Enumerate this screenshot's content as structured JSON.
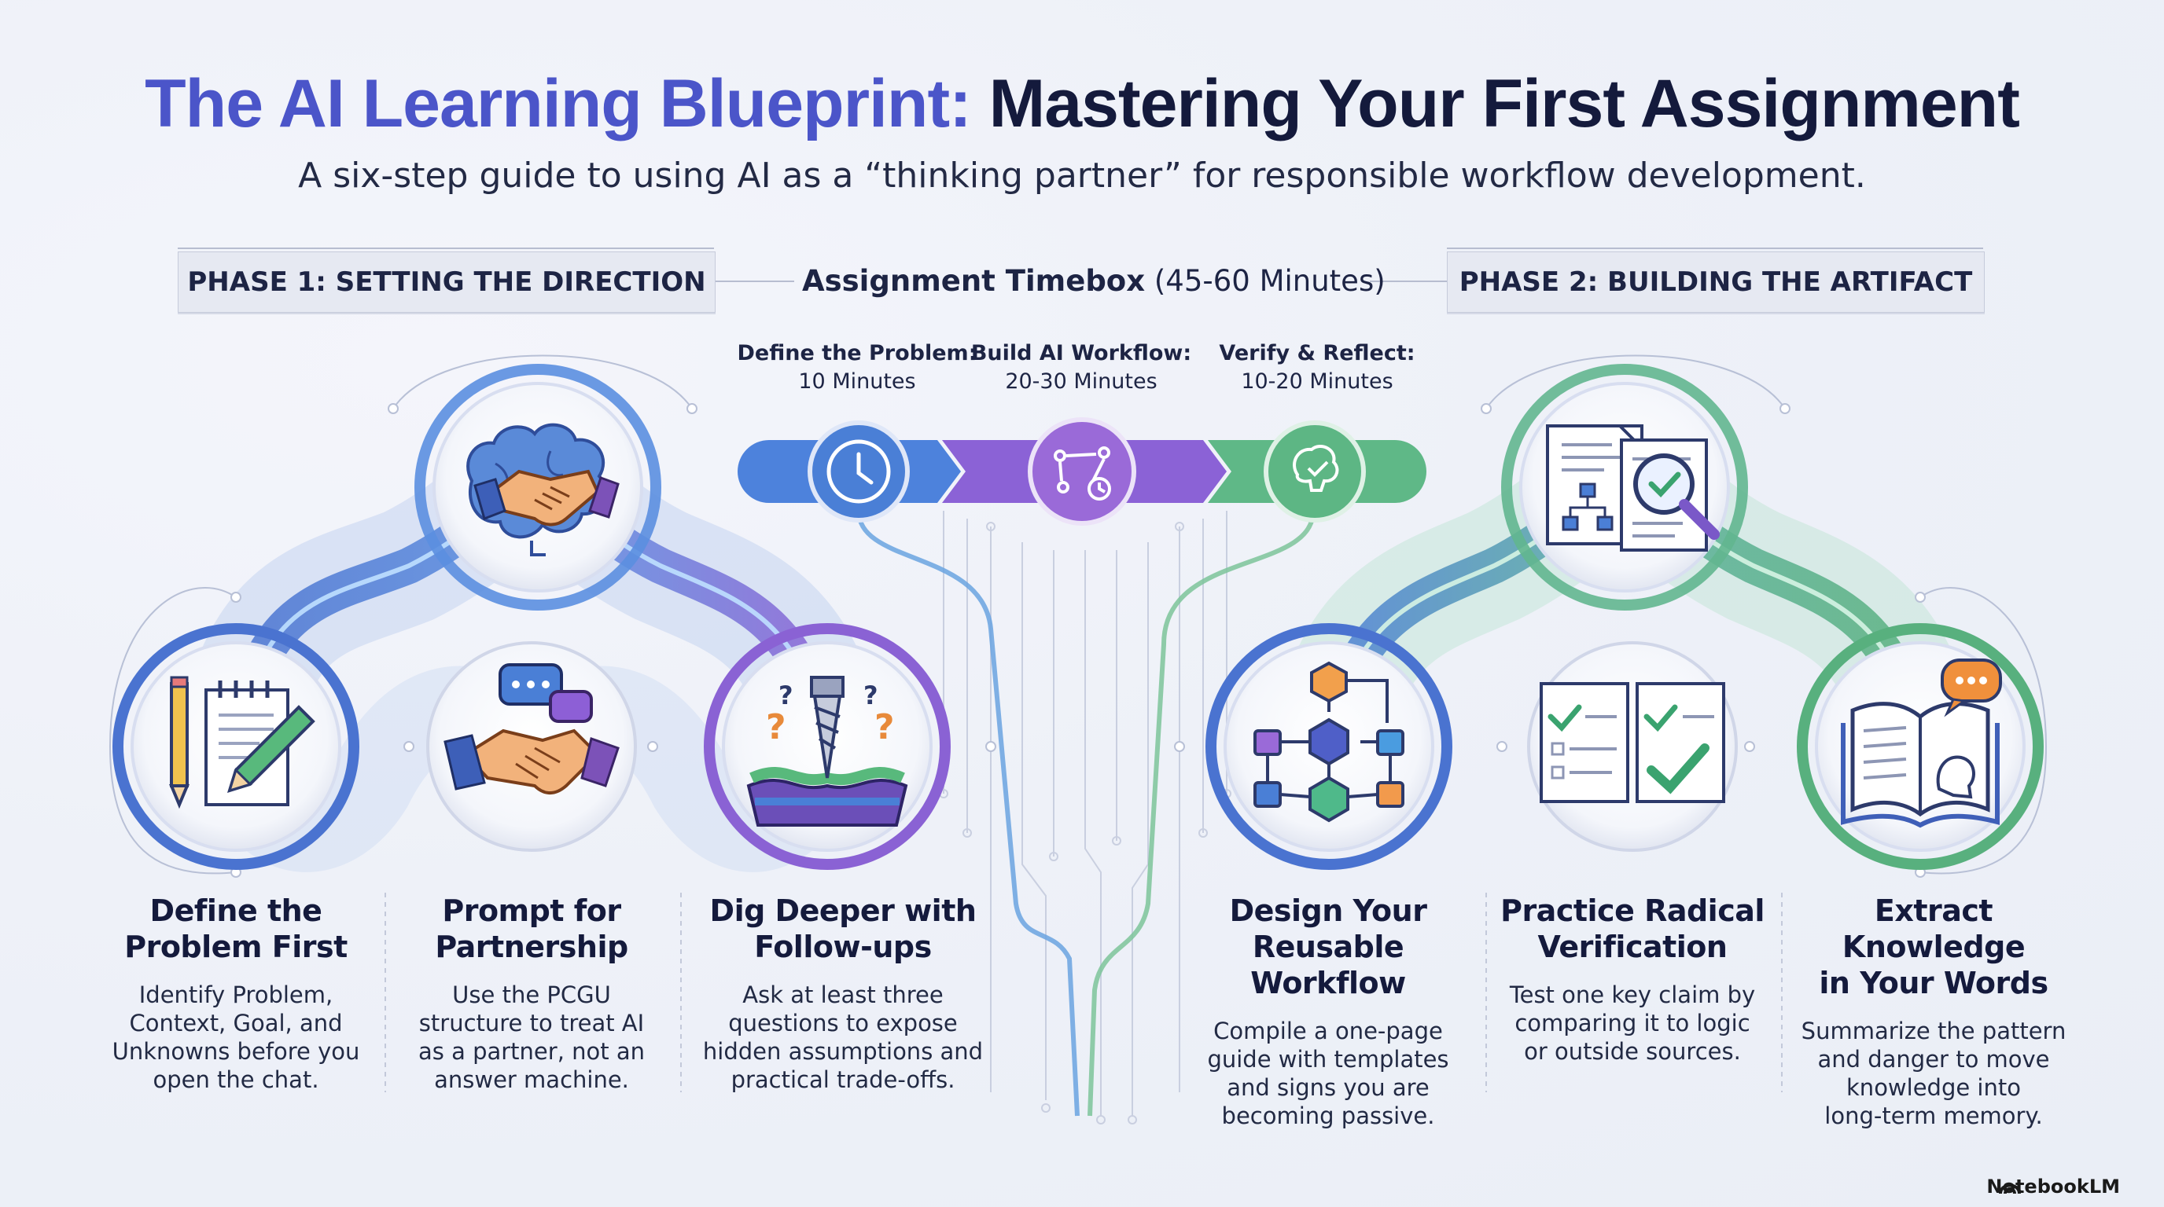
{
  "header": {
    "title_part1": "The AI Learning Blueprint:",
    "title_part2": "Mastering Your First Assignment",
    "subtitle": "A six-step guide to using AI as a “thinking partner” for responsible workflow development."
  },
  "phases": {
    "phase1": "PHASE 1: SETTING THE DIRECTION",
    "phase2": "PHASE 2: BUILDING THE ARTIFACT"
  },
  "timebox": {
    "label": "Assignment Timebox",
    "duration": "(45-60 Minutes)",
    "segments": [
      {
        "heading": "Define the Problem:",
        "time": "10 Minutes",
        "icon": "clock-icon"
      },
      {
        "heading": "Build AI Workflow:",
        "time": "20-30 Minutes",
        "icon": "workflow-icon"
      },
      {
        "heading": "Verify & Reflect:",
        "time": "10-20 Minutes",
        "icon": "brain-check-icon"
      }
    ]
  },
  "steps": [
    {
      "title": "Define the\nProblem First",
      "desc": "Identify Problem,\nContext, Goal, and\nUnknowns before you\nopen the chat.",
      "icon": "notepad-pencil-icon"
    },
    {
      "title": "Prompt for\nPartnership",
      "desc": "Use the PCGU\nstructure to treat AI\nas a partner, not an\nanswer machine.",
      "icon": "handshake-chat-icon"
    },
    {
      "title": "Dig Deeper with\nFollow-ups",
      "desc": "Ask at least three\nquestions to expose\nhidden assumptions and\npractical trade-offs.",
      "icon": "drill-layers-icon"
    },
    {
      "title": "Design Your\nReusable Workflow",
      "desc": "Compile a one-page\nguide with templates\nand signs you are\nbecoming passive.",
      "icon": "cube-flowchart-icon"
    },
    {
      "title": "Practice Radical\nVerification",
      "desc": "Test one key claim by\ncomparing it to logic\nor outside sources.",
      "icon": "checklist-documents-icon"
    },
    {
      "title": "Extract Knowledge\nin Your Words",
      "desc": "Summarize the pattern\nand danger to move\nknowledge into\nlong-term memory.",
      "icon": "book-speech-icon"
    }
  ],
  "phase_icons": {
    "phase1": "brain-handshake-icon",
    "phase2": "document-magnifier-icon"
  },
  "colors": {
    "blue": "#4a7fd6",
    "purple": "#8d5fd6",
    "green": "#5cb38a",
    "title_accent": "#4b55c9",
    "title_dark": "#141a3c"
  },
  "footer": {
    "brand": "NotebookLM"
  }
}
